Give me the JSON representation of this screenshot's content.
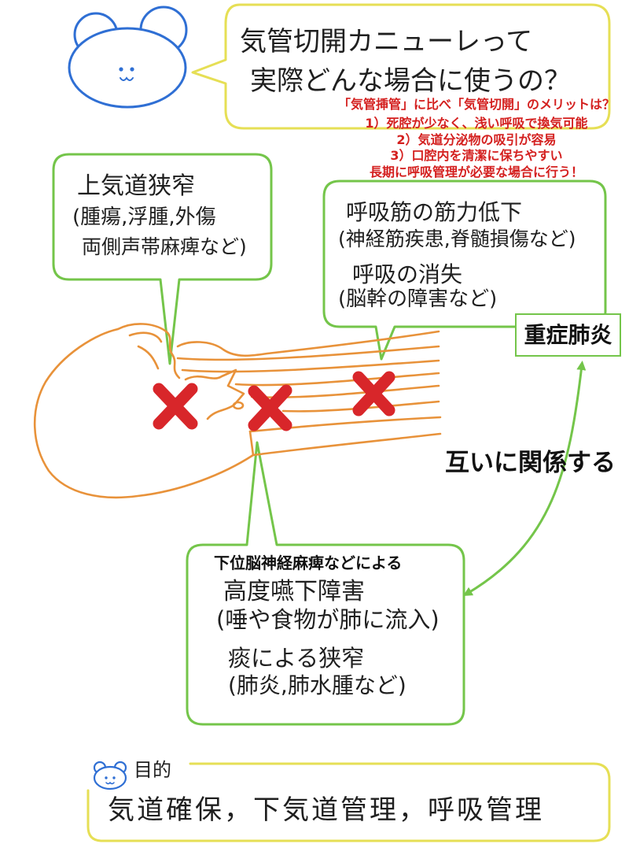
{
  "character": {
    "icon": "bear-face-icon"
  },
  "question": {
    "line1": "気管切開カニューレって",
    "line2": "実際どんな場合に使うの？"
  },
  "merits": {
    "title": "「気管挿管」に比べ「気管切開」のメリットは？",
    "items": [
      "1）死腔が少なく、浅い呼吸で換気可能",
      "2）気道分泌物の吸引が容易",
      "3）口腔内を清潔に保ちやすい"
    ],
    "conclusion": "長期に呼吸管理が必要な場合に行う！"
  },
  "upper_airway": {
    "title": "上気道狭窄",
    "detail_line1": "(腫瘍,浮腫,外傷",
    "detail_line2": "両側声帯麻痺など)"
  },
  "respiratory": {
    "title1": "呼吸筋の筋力低下",
    "detail1": "(神経筋疾患,脊髄損傷など)",
    "title2": "呼吸の消失",
    "detail2": "(脳幹の障害など)"
  },
  "pneumonia": {
    "label": "重症肺炎"
  },
  "relation": {
    "label": "互いに関係する"
  },
  "swallowing": {
    "caption": "下位脳神経麻痺などによる",
    "title1": "高度嚥下障害",
    "detail1": "(唾や食物が肺に流入)",
    "title2": "痰による狭窄",
    "detail2": "(肺炎,肺水腫など)"
  },
  "purpose": {
    "icon": "bear-face-icon",
    "label": "目的",
    "text": "気道確保，下気道管理，呼吸管理"
  },
  "marks": {
    "icon": "cross-mark-icon"
  },
  "colors": {
    "yellow": "#e6df55",
    "green": "#74c54a",
    "orange": "#e8923a",
    "red": "#d8262a",
    "blue": "#2f6fd4",
    "redtext": "#d4201f"
  }
}
